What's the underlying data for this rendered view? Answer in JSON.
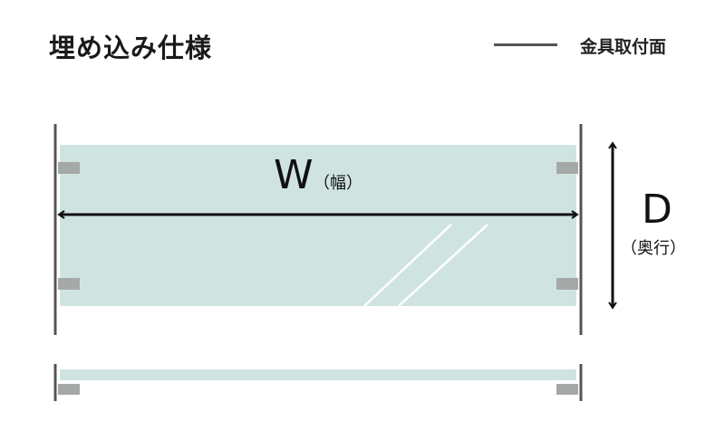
{
  "title": "埋め込み仕様",
  "legend": {
    "label": "金具取付面",
    "line_color": "#555555"
  },
  "labels": {
    "width_letter": "W",
    "width_sub": "（幅）",
    "depth_letter": "D",
    "depth_sub": "（奥行）"
  },
  "colors": {
    "glass": "#cfe4e0",
    "bracket": "#a6a8a8",
    "mount_line": "#555555",
    "arrow": "#111111"
  },
  "icons": {
    "width_arrow": "double-arrow-horizontal",
    "depth_arrow": "double-arrow-vertical"
  }
}
